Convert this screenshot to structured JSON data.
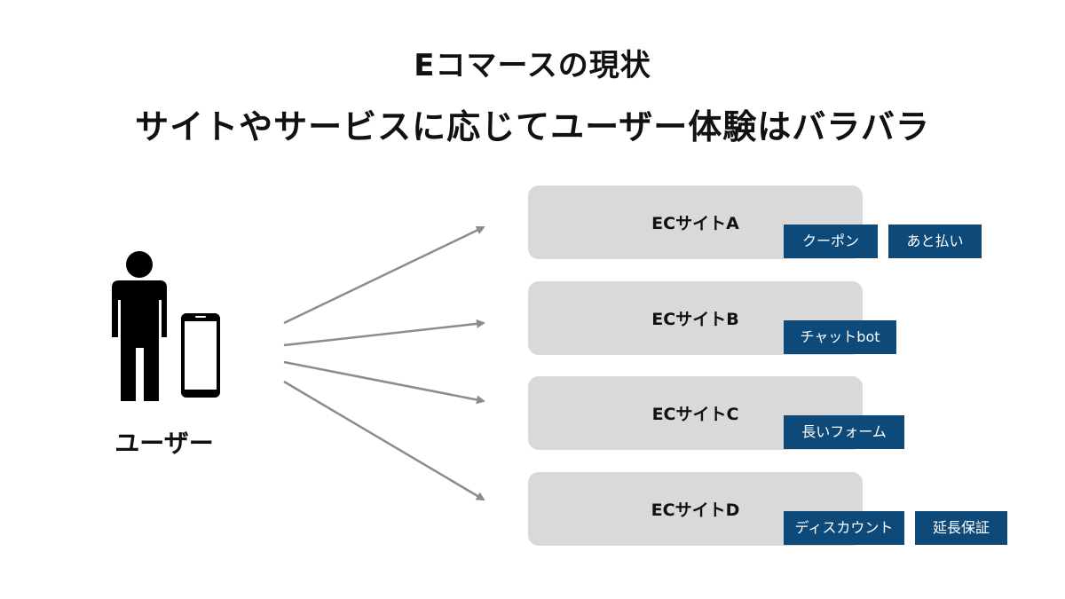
{
  "title": {
    "line1": "Eコマースの現状",
    "line2": "サイトやサービスに応じてユーザー体験はバラバラ"
  },
  "user": {
    "label": "ユーザー",
    "icons": [
      "person-icon",
      "smartphone-icon"
    ]
  },
  "sites": [
    {
      "name": "ECサイトA",
      "tags": [
        "クーポン",
        "あと払い"
      ]
    },
    {
      "name": "ECサイトB",
      "tags": [
        "チャットbot"
      ]
    },
    {
      "name": "ECサイトC",
      "tags": [
        "長いフォーム"
      ]
    },
    {
      "name": "ECサイトD",
      "tags": [
        "ディスカウント",
        "延長保証"
      ]
    }
  ],
  "colors": {
    "box": "#d9d9d9",
    "tag": "#0d4a7a",
    "tag_text": "#ffffff",
    "arrow": "#8c8c8c",
    "figure": "#000000"
  }
}
